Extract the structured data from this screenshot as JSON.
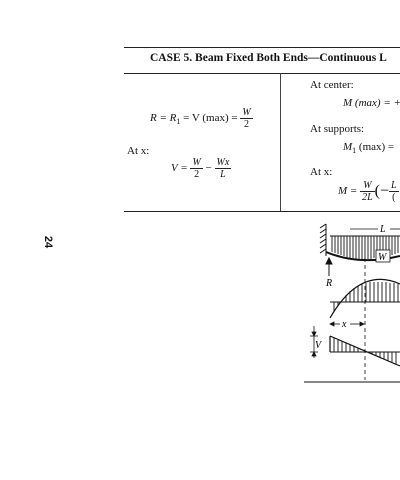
{
  "page_number": "24",
  "case_title": "CASE 5.  Beam Fixed Both Ends—Continuous L",
  "left": {
    "reaction_lhs": "R = R",
    "reaction_sub": "1",
    "reaction_mid": " = V (max) = ",
    "reaction_num": "W",
    "reaction_den": "2",
    "at_x_label": "At x:",
    "shear_lhs": "V = ",
    "shear_num1": "W",
    "shear_den1": "2",
    "shear_minus": "−",
    "shear_num2": "Wx",
    "shear_den2": "L"
  },
  "right": {
    "at_center_label": "At center:",
    "center_moment": "M (max) = +",
    "at_supports_label": "At supports:",
    "support_moment_lhs": "M",
    "support_moment_sub": "1",
    "support_moment_rhs": " (max) =",
    "at_x_label": "At x:",
    "moment_lhs": "M = ",
    "moment_num": "W",
    "moment_den": "2L",
    "moment_paren": "(−",
    "moment_trunc_num": "L",
    "moment_trunc_den": "("
  },
  "diagram": {
    "span_label": "L",
    "load_label": "W",
    "reaction_label": "R",
    "x_label": "x",
    "shear_label": "V"
  }
}
